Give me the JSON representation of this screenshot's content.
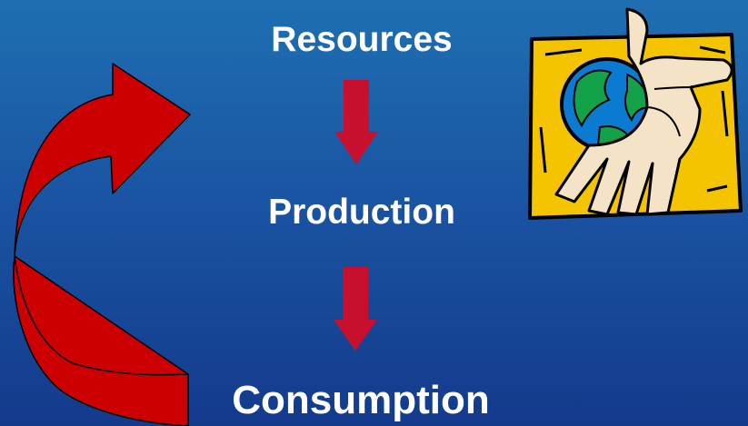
{
  "diagram": {
    "steps": [
      "Resources",
      "Production",
      "Consumption"
    ]
  },
  "colors": {
    "background_top": "#1f6fb2",
    "background_bottom": "#143a8c",
    "text": "#ffffff",
    "down_arrow": "#c8102e",
    "cycle_arrow": "#c80000",
    "clipart_frame": "#f5c400",
    "globe_ocean": "#0a7bd1",
    "globe_land": "#13a14a",
    "hand": "#f4e3c6"
  },
  "icons": {
    "cycle_arrow": "curved-return-arrow",
    "clipart": "hand-holding-globe-icon"
  }
}
